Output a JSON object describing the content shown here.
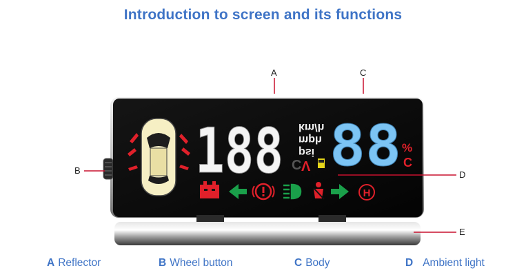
{
  "title": "Introduction to screen and its functions",
  "callouts": {
    "a": "A",
    "b": "B",
    "c": "C",
    "d": "D",
    "e": "E"
  },
  "display": {
    "speed_digits": "188",
    "units": [
      "km/h",
      "mph",
      "psi"
    ],
    "right_digits": "88",
    "right_units": [
      "%",
      "C"
    ],
    "temp_unit_small": "C",
    "volt_unit_small": "V"
  },
  "legend": [
    {
      "key": "A",
      "label": "Reflector"
    },
    {
      "key": "B",
      "label": "Wheel button"
    },
    {
      "key": "C",
      "label": "Body"
    },
    {
      "key": "D",
      "label": "Ambient light"
    }
  ],
  "colors": {
    "title": "#3f74c6",
    "screen": "#060606",
    "digits_white": "#f4f4f4",
    "digits_blue": "#7cc4f4",
    "warning_red": "#e0202a",
    "indicator_green": "#1aa04a",
    "car_body": "#f6efc4",
    "leader_line": "#c8102e"
  },
  "icons": [
    "car-icon",
    "tire-pressure-icon",
    "battery-icon",
    "left-arrow-icon",
    "brake-warning-icon",
    "headlight-icon",
    "seatbelt-icon",
    "right-arrow-icon",
    "hazard-h-icon",
    "fuel-icon"
  ]
}
